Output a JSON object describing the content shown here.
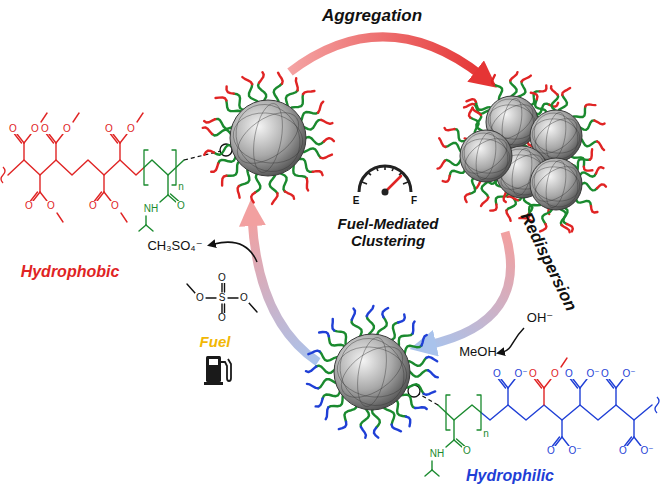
{
  "diagram": {
    "labels": [
      "Aggregation",
      "Fuel-Mediated Clustering",
      "Redispersion",
      "OH⁻",
      "MeOH",
      "CH₃SO₄⁻",
      "Fuel",
      "Hydrophobic",
      "Hydrophilic",
      "E",
      "F",
      "O",
      "O",
      "O",
      "O",
      "O",
      "O",
      "O",
      "O",
      "O",
      "O",
      "n",
      "NH",
      "O",
      "n",
      "NH",
      "O",
      "O",
      "O⁻",
      "O",
      "O",
      "O",
      "O⁻",
      "O",
      "O⁻",
      "O",
      "O⁻",
      "O",
      "O⁻",
      "O",
      "O",
      "S",
      "O",
      "O"
    ]
  }
}
